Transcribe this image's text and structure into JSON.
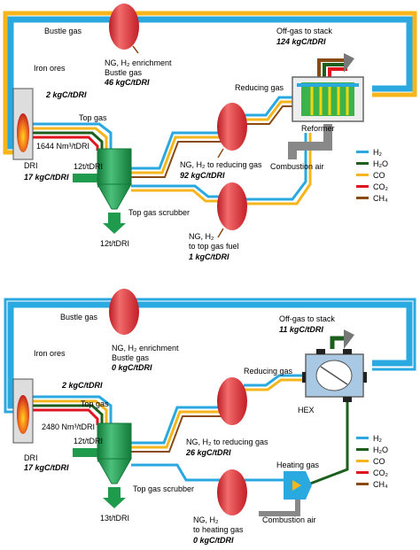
{
  "colors": {
    "h2": "#29a9e0",
    "h2o": "#1c5e1c",
    "co": "#f5b51b",
    "co2": "#e0141e",
    "ch4": "#8a4a14",
    "tank": "#e8323a",
    "shaft": "#1f9b4d",
    "duct": "#888888",
    "hex": "#a9c8e4"
  },
  "legend": [
    {
      "label": "H₂",
      "color": "#29a9e0"
    },
    {
      "label": "H₂O",
      "color": "#1c5e1c"
    },
    {
      "label": "CO",
      "color": "#f5b51b"
    },
    {
      "label": "CO₂",
      "color": "#e0141e"
    },
    {
      "label": "CH₄",
      "color": "#8a4a14"
    }
  ],
  "top": {
    "bustle_gas": "Bustle gas",
    "ng_h2_enrichment": "NG, H₂ enrichment",
    "bustle_gas_2": "Bustle gas",
    "bustle_value": "46 kgC/tDRI",
    "offgas": "Off-gas to stack",
    "offgas_value": "124 kgC/tDRI",
    "iron_ores": "Iron ores",
    "iron_ores_value": "2 kgC/tDRI",
    "top_gas": "Top gas",
    "top_gas_flow": "1644 Nm³/tDRI",
    "reducing_gas": "Reducing gas",
    "reformer": "Reformer",
    "dri": "DRI",
    "dri_value": "17 kgC/tDRI",
    "dri_flow": "12t/tDRI",
    "ng_to_reducing": "NG, H₂ to reducing gas",
    "ng_to_reducing_value": "92 kgC/tDRI",
    "combustion_air": "Combustion air",
    "top_gas_scrubber": "Top gas scrubber",
    "ng_h2": "NG, H₂",
    "to_top_gas_fuel": "to top gas fuel",
    "fuel_value": "1 kgC/tDRI",
    "scrubber_out": "12t/tDRI"
  },
  "bottom": {
    "bustle_gas": "Bustle gas",
    "ng_h2_enrichment": "NG, H₂ enrichment",
    "bustle_gas_2": "Bustle gas",
    "bustle_value": "0 kgC/tDRI",
    "offgas": "Off-gas to stack",
    "offgas_value": "11 kgC/tDRI",
    "iron_ores": "Iron ores",
    "iron_ores_value": "2 kgC/tDRI",
    "reducing_gas": "Reducing gas",
    "hex": "HEX",
    "top_gas": "Top gas",
    "top_gas_flow": "2480 Nm³/tDRI",
    "dri": "DRI",
    "dri_value": "17 kgC/tDRI",
    "dri_flow": "12t/tDRI",
    "ng_to_reducing": "NG, H₂ to reducing gas",
    "ng_to_reducing_value": "26 kgC/tDRI",
    "heating_gas": "Heating gas",
    "top_gas_scrubber": "Top gas scrubber",
    "combustion_air": "Combustion air",
    "ng_h2": "NG, H₂",
    "to_heating_gas": "to heating gas",
    "heating_value": "0 kgC/tDRI",
    "scrubber_out": "13t/tDRI"
  }
}
